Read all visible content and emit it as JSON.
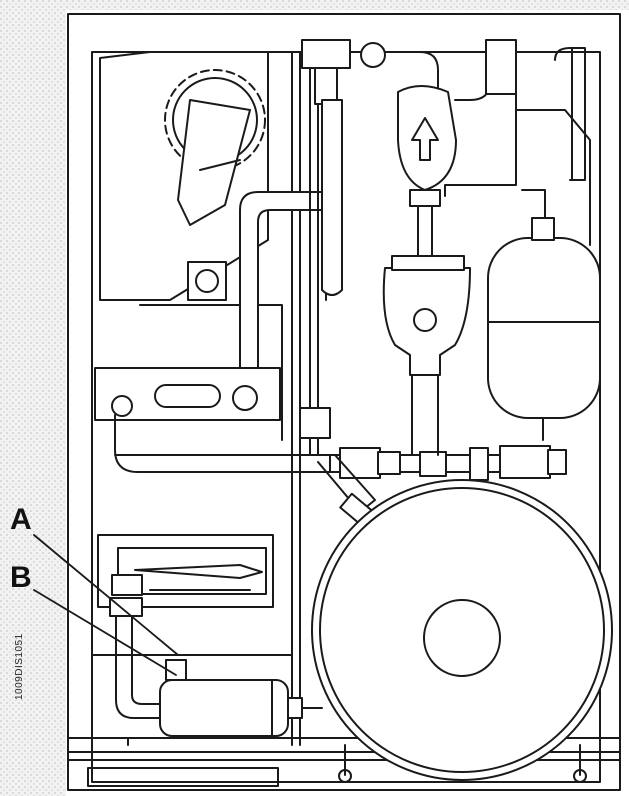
{
  "labels": {
    "a": "A",
    "b": "B"
  },
  "drawing_code": "1009DIS1051",
  "colors": {
    "line": "#1a1a1a",
    "fill": "#ffffff",
    "hatch": "#d8d8d8"
  }
}
